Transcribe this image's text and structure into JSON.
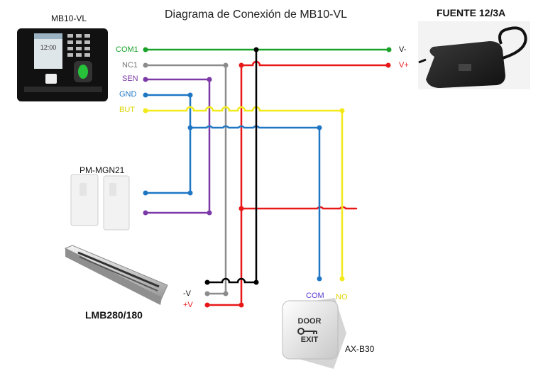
{
  "title": "Diagrama de Conexión de MB10-VL",
  "devices": {
    "controller": {
      "name": "MB10-VL",
      "screen_time": "12:00"
    },
    "power": {
      "name": "FUENTE 12/3A"
    },
    "sensor": {
      "name": "PM-MGN21"
    },
    "lock": {
      "name": "LMB280/180"
    },
    "button": {
      "name": "AX-B30",
      "face_top": "DOOR",
      "face_bottom": "EXIT"
    }
  },
  "terminals": {
    "com1": "COM1",
    "nc1": "NC1",
    "sen": "SEN",
    "gnd": "GND",
    "but": "BUT",
    "vminus": "V-",
    "vplus": "V+",
    "lock_neg": "-V",
    "lock_pos": "+V",
    "btn_com": "COM",
    "btn_no": "NO"
  },
  "colors": {
    "com1": "#1aa32a",
    "nc1": "#8c8c8c",
    "sen": "#7b3aa8",
    "gnd": "#1f77c4",
    "but": "#f2ea1a",
    "vplus": "#e81818",
    "vminus": "#000000"
  }
}
